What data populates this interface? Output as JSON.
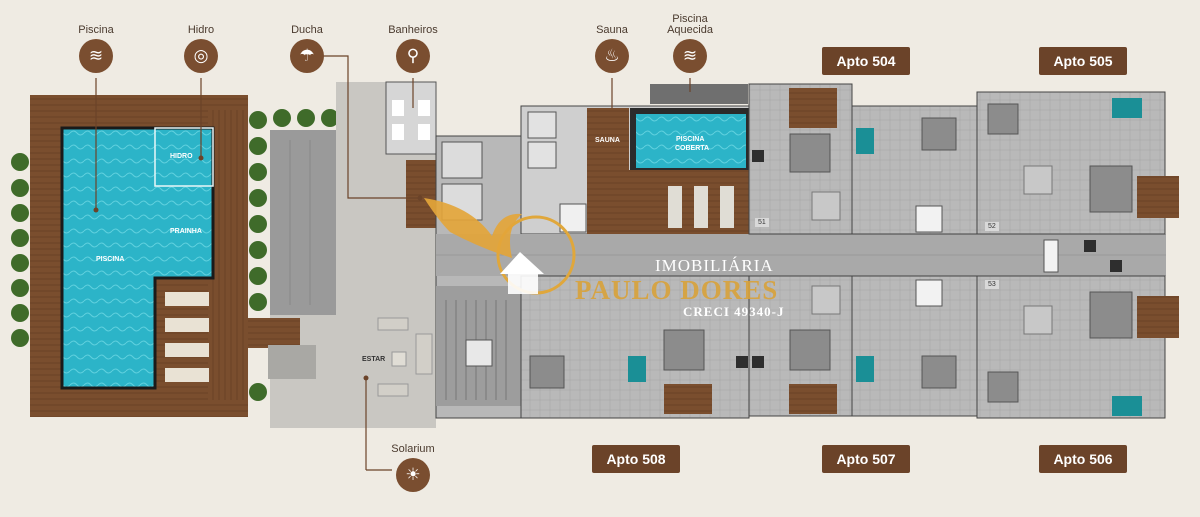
{
  "amenities": [
    {
      "id": "piscina",
      "label": "Piscina",
      "icon": "pool-icon"
    },
    {
      "id": "hidro",
      "label": "Hidro",
      "icon": "hot-tub-icon"
    },
    {
      "id": "ducha",
      "label": "Ducha",
      "icon": "shower-icon"
    },
    {
      "id": "banheiros",
      "label": "Banheiros",
      "icon": "restroom-icon"
    },
    {
      "id": "sauna",
      "label": "Sauna",
      "icon": "sauna-icon"
    },
    {
      "id": "piscina_aquecida",
      "label": "Piscina",
      "sublabel": "Aquecida",
      "icon": "heated-pool-icon"
    },
    {
      "id": "solarium",
      "label": "Solarium",
      "icon": "sunbed-icon"
    }
  ],
  "apartments": {
    "apto504": "Apto 504",
    "apto505": "Apto 505",
    "apto506": "Apto 506",
    "apto507": "Apto 507",
    "apto508": "Apto 508"
  },
  "rooms": {
    "hidro": "HIDRO",
    "prainha": "PRAINHA",
    "piscina": "PISCINA",
    "sauna": "SAUNA",
    "piscina_coberta_1": "PISCINA",
    "piscina_coberta_2": "COBERTA",
    "estar": "ESTAR"
  },
  "unit_numbers": {
    "n51": "51",
    "n52": "52",
    "n53": "53"
  },
  "watermark": {
    "line1": "IMOBILIÁRIA",
    "line2": "PAULO DORES",
    "line3": "CRECI 49340-J"
  },
  "colors": {
    "brand": "#6b4329",
    "pool": "#2ab3c6",
    "deck": "#7a4e2e"
  }
}
